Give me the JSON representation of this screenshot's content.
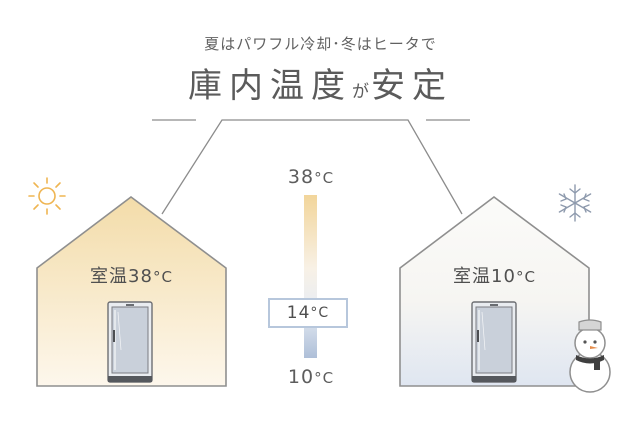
{
  "header": {
    "subtitle": "夏はパワフル冷却･冬はヒータで",
    "title_part1": "庫内温度",
    "title_particle": "が",
    "title_part2": "安定"
  },
  "summer_house": {
    "label_prefix": "室温",
    "temperature": "38",
    "unit": "°C"
  },
  "winter_house": {
    "label_prefix": "室温",
    "temperature": "10",
    "unit": "°C"
  },
  "thermometer": {
    "top_temperature": "38",
    "middle_temperature": "14",
    "bottom_temperature": "10",
    "unit": "°C"
  },
  "icons": {
    "summer": "sun-icon",
    "winter": "snowflake-icon",
    "decoration": "snowman-icon",
    "appliance": "wine-cellar-icon"
  },
  "colors": {
    "warm": "#f0d9a6",
    "cool": "#b7c7dc",
    "line": "#8c8c8c"
  }
}
